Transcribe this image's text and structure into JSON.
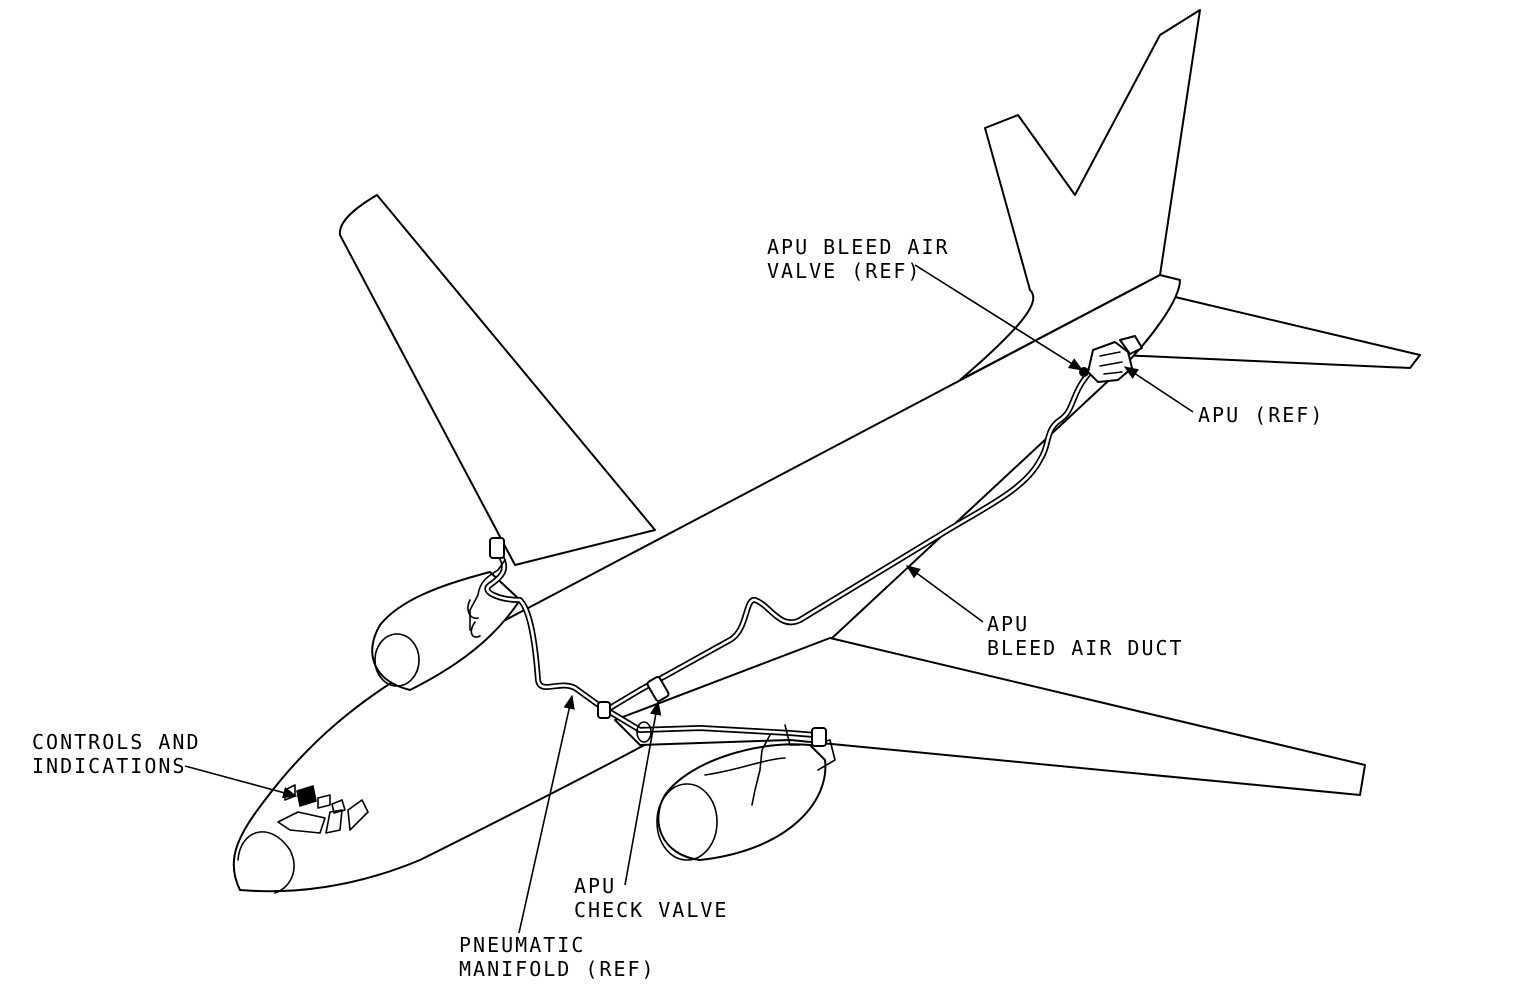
{
  "labels": {
    "apu_bleed_air_valve": [
      "APU BLEED AIR",
      "VALVE (REF)"
    ],
    "apu": [
      "APU (REF)"
    ],
    "apu_bleed_air_duct": [
      "APU",
      "BLEED AIR DUCT"
    ],
    "controls_and_indications": [
      "CONTROLS AND",
      "INDICATIONS"
    ],
    "apu_check_valve": [
      "APU",
      "CHECK VALVE"
    ],
    "pneumatic_manifold": [
      "PNEUMATIC",
      "MANIFOLD (REF)"
    ]
  },
  "colors": {
    "line": "#000000",
    "background": "#ffffff"
  }
}
